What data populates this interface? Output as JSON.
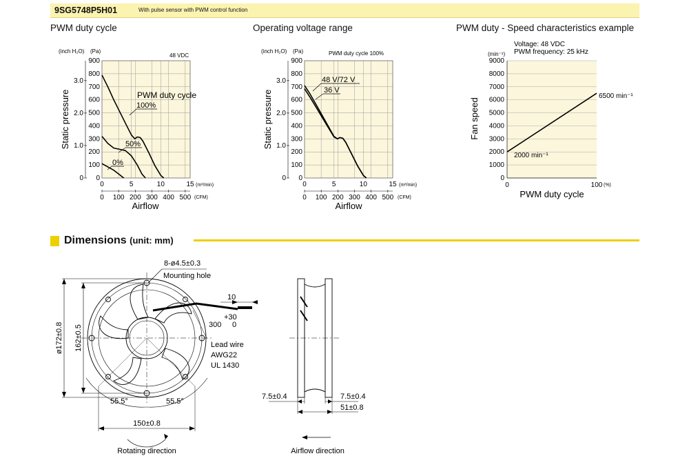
{
  "header": {
    "model": "9SG5748P5H01",
    "description": "With pulse sensor with PWM control function"
  },
  "charts": {
    "pwm_duty_cycle_title": "PWM duty cycle",
    "operating_voltage_title": "Operating voltage range",
    "speed_title": "PWM duty - Speed characteristics example",
    "pq_axes": {
      "y_unit_inch": "(inch H₂O)",
      "y_unit_pa": "(Pa)",
      "ylabel": "Static pressure",
      "xlabel": "Airflow",
      "x_unit_m3": "(m³/min)",
      "x_unit_cfm": "(CFM)",
      "pa_ticks": [
        "900",
        "800",
        "700",
        "600",
        "500",
        "400",
        "300",
        "200",
        "100",
        "0"
      ],
      "inch_ticks": [
        "3.0",
        "2.0",
        "1.0",
        "0"
      ],
      "m3_ticks": [
        "0",
        "5",
        "10",
        "15"
      ],
      "cfm_ticks": [
        "0",
        "100",
        "200",
        "300",
        "400",
        "500"
      ]
    },
    "chart1_note": "48 VDC",
    "chart1_legend": "PWM duty cycle",
    "chart1_labels": [
      "100%",
      "50%",
      "0%"
    ],
    "chart2_note": "PWM duty cycle 100%",
    "chart2_labels": [
      "48 V/72 V",
      "36 V"
    ],
    "speed_notes": [
      "Voltage: 48 VDC",
      "PWM frequency: 25 kHz"
    ],
    "speed_axes": {
      "y_unit": "(min⁻¹)",
      "ylabel": "Fan speed",
      "xlabel": "PWM duty cycle",
      "x_unit": "(%)",
      "y_ticks": [
        "9000",
        "8000",
        "7000",
        "6000",
        "5000",
        "4000",
        "3000",
        "2000",
        "1000",
        "0"
      ],
      "x_ticks": [
        "0",
        "100"
      ],
      "label_high": "6500 min⁻¹",
      "label_low": "2000 min⁻¹"
    }
  },
  "chart_data": [
    {
      "type": "line",
      "title": "PWM duty cycle",
      "xlabel": "Airflow",
      "ylabel": "Static pressure",
      "xlim": [
        0,
        15
      ],
      "ylim": [
        0,
        900
      ],
      "series": [
        {
          "name": "100%",
          "x": [
            0,
            1,
            2,
            3,
            4,
            5,
            5.6,
            6,
            6.5,
            7,
            8,
            9,
            10,
            10.5
          ],
          "y": [
            790,
            700,
            600,
            510,
            420,
            330,
            300,
            315,
            310,
            280,
            190,
            95,
            20,
            0
          ]
        },
        {
          "name": "50%",
          "x": [
            0,
            1,
            2,
            3,
            4,
            5,
            6,
            6.8,
            7.4
          ],
          "y": [
            320,
            265,
            230,
            220,
            210,
            170,
            100,
            30,
            0
          ]
        },
        {
          "name": "0%",
          "x": [
            0,
            1,
            2,
            3,
            3.7
          ],
          "y": [
            110,
            85,
            60,
            25,
            0
          ]
        }
      ]
    },
    {
      "type": "line",
      "title": "Operating voltage range",
      "xlabel": "Airflow",
      "ylabel": "Static pressure",
      "xlim": [
        0,
        15
      ],
      "ylim": [
        0,
        900
      ],
      "series": [
        {
          "name": "48 V/72 V",
          "x": [
            0,
            1,
            2,
            3,
            4,
            5,
            5.6,
            6,
            6.5,
            7,
            8,
            9,
            10,
            10.5
          ],
          "y": [
            710,
            640,
            560,
            480,
            400,
            320,
            300,
            310,
            305,
            275,
            185,
            95,
            20,
            0
          ]
        },
        {
          "name": "36 V",
          "x": [
            0,
            1,
            2,
            3,
            4,
            5,
            5.6,
            6,
            6.5,
            7,
            8,
            9,
            10,
            10.5
          ],
          "y": [
            685,
            615,
            540,
            465,
            390,
            315,
            300,
            310,
            305,
            275,
            185,
            95,
            20,
            0
          ]
        }
      ]
    },
    {
      "type": "line",
      "title": "PWM duty - Speed characteristics example",
      "xlabel": "PWM duty cycle",
      "ylabel": "Fan speed",
      "xlim": [
        0,
        100
      ],
      "ylim": [
        0,
        9000
      ],
      "series": [
        {
          "name": "",
          "x": [
            0,
            100
          ],
          "y": [
            2000,
            6500
          ]
        }
      ]
    }
  ],
  "dimensions": {
    "title": "Dimensions",
    "unit": "(unit: mm)",
    "labels": {
      "hole": "8-ø4.5±0.3",
      "mounting_hole": "Mounting hole",
      "lead_len": "10",
      "wire_len": "300",
      "tol_plus": "+30",
      "tol_zero": "0",
      "lead_wire": "Lead wire",
      "awg": "AWG22",
      "ul": "UL 1430",
      "dia_outer": "ø172±0.8",
      "dia_inner": "162±0.5",
      "angle_left": "55.5°",
      "angle_right": "55.5°",
      "width": "150±0.8",
      "rotating": "Rotating direction",
      "side_left": "7.5±0.4",
      "side_right": "7.5±0.4",
      "depth": "51±0.8",
      "airflow": "Airflow direction"
    }
  }
}
